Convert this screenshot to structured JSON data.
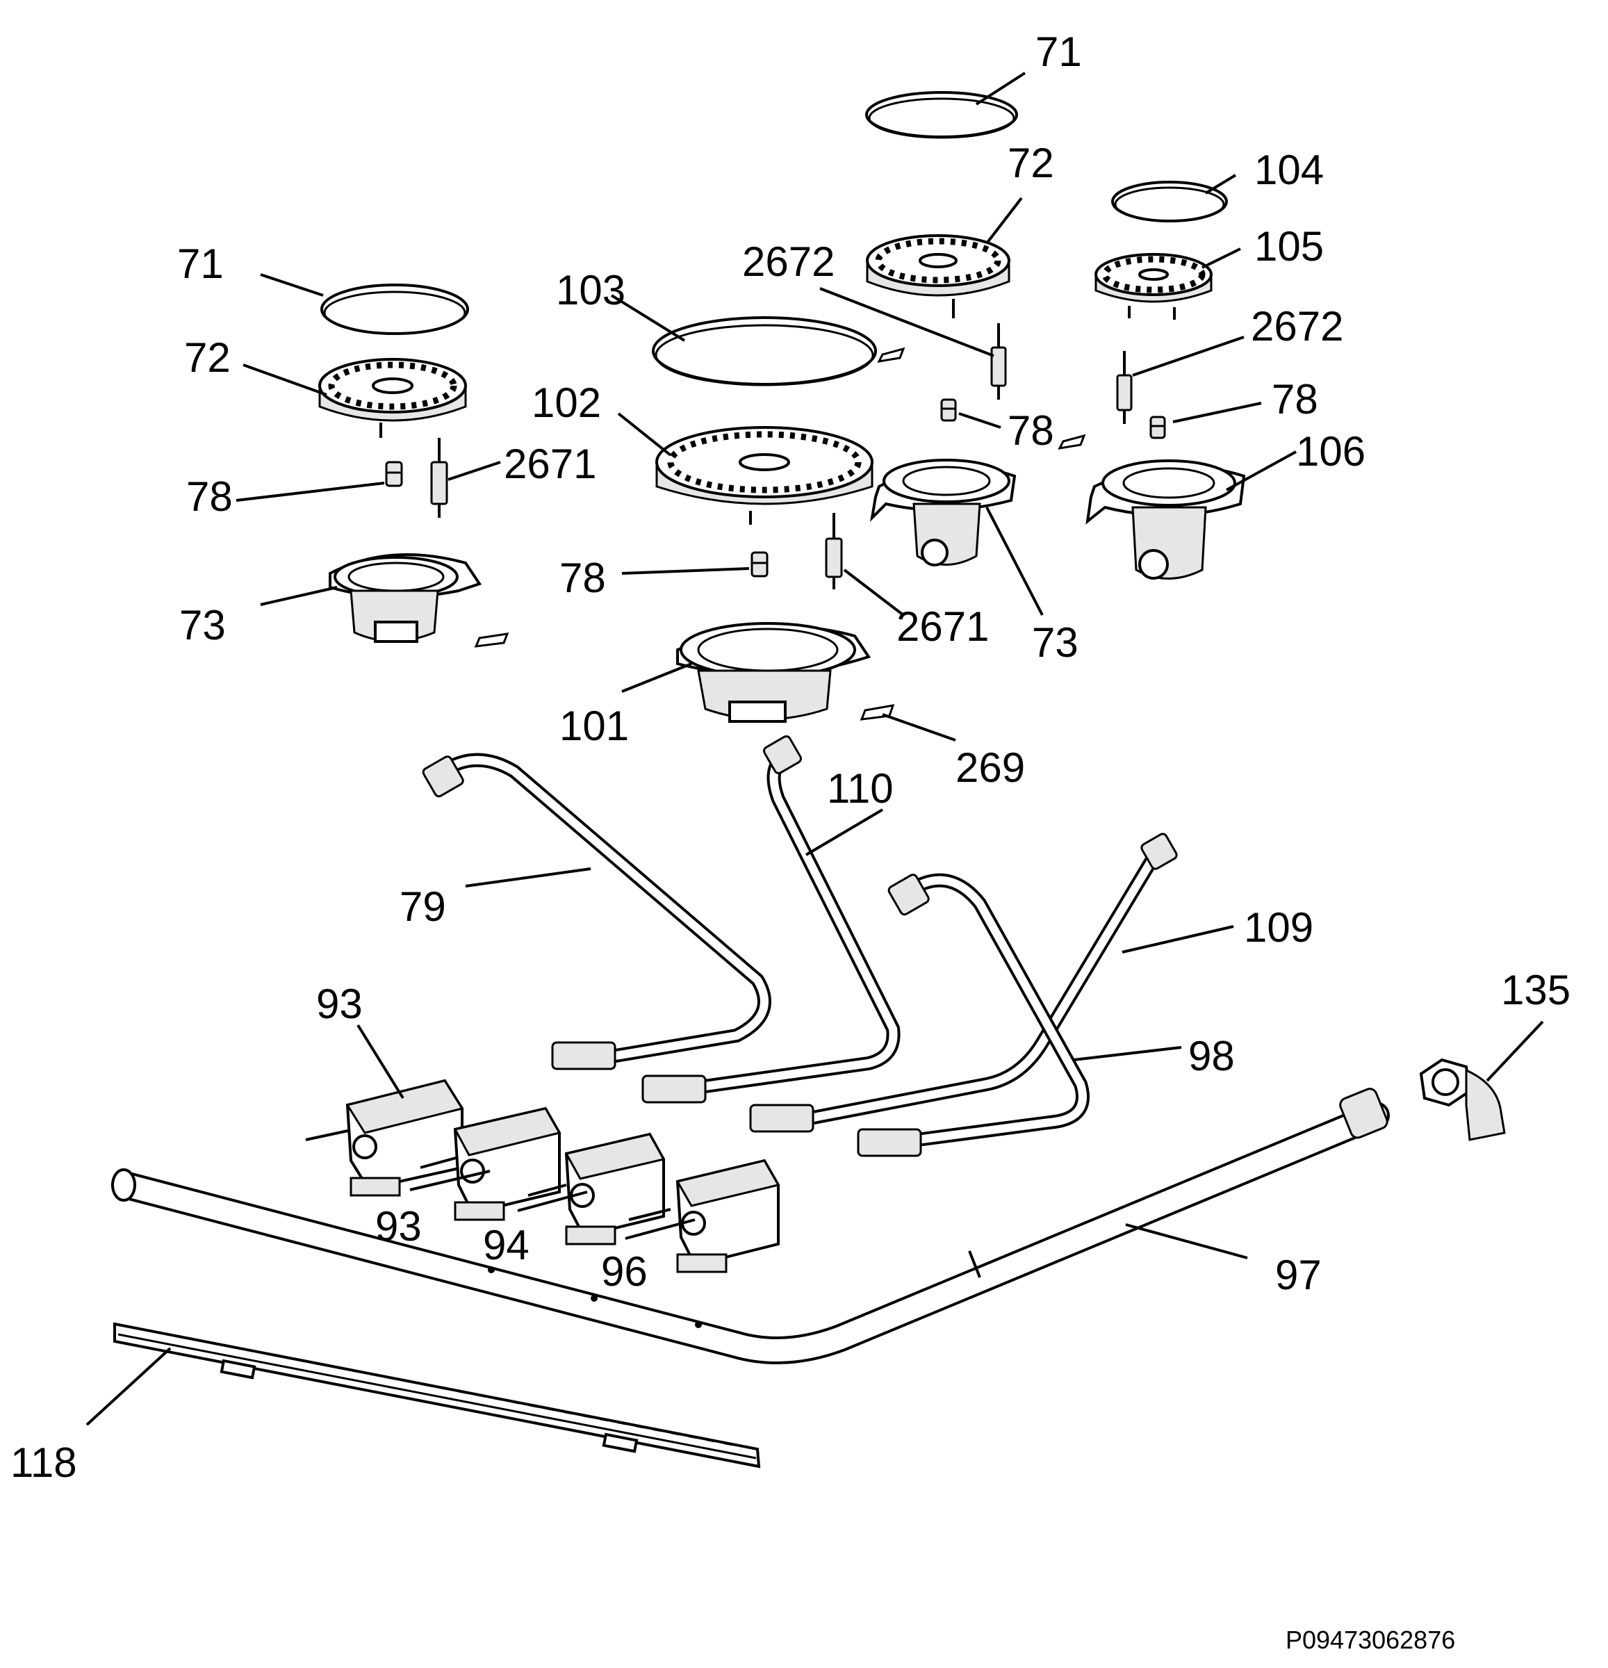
{
  "callouts": [
    {
      "id": "c-71-top",
      "text": "71"
    },
    {
      "id": "c-72-top",
      "text": "72"
    },
    {
      "id": "c-104",
      "text": "104"
    },
    {
      "id": "c-105",
      "text": "105"
    },
    {
      "id": "c-2672-left",
      "text": "2672"
    },
    {
      "id": "c-2672-right",
      "text": "2672"
    },
    {
      "id": "c-71-left",
      "text": "71"
    },
    {
      "id": "c-103",
      "text": "103"
    },
    {
      "id": "c-72-left",
      "text": "72"
    },
    {
      "id": "c-102",
      "text": "102"
    },
    {
      "id": "c-78-mid",
      "text": "78"
    },
    {
      "id": "c-78-right",
      "text": "78"
    },
    {
      "id": "c-106",
      "text": "106"
    },
    {
      "id": "c-78-left",
      "text": "78"
    },
    {
      "id": "c-2671-left",
      "text": "2671"
    },
    {
      "id": "c-78-center",
      "text": "78"
    },
    {
      "id": "c-73-left",
      "text": "73"
    },
    {
      "id": "c-2671-center",
      "text": "2671"
    },
    {
      "id": "c-73-right",
      "text": "73"
    },
    {
      "id": "c-101",
      "text": "101"
    },
    {
      "id": "c-269",
      "text": "269"
    },
    {
      "id": "c-110",
      "text": "110"
    },
    {
      "id": "c-79",
      "text": "79"
    },
    {
      "id": "c-109",
      "text": "109"
    },
    {
      "id": "c-93-top",
      "text": "93"
    },
    {
      "id": "c-135",
      "text": "135"
    },
    {
      "id": "c-98",
      "text": "98"
    },
    {
      "id": "c-93-bottom",
      "text": "93"
    },
    {
      "id": "c-94",
      "text": "94"
    },
    {
      "id": "c-96",
      "text": "96"
    },
    {
      "id": "c-97",
      "text": "97"
    },
    {
      "id": "c-118",
      "text": "118"
    }
  ],
  "drawing_code": "P09473062876"
}
